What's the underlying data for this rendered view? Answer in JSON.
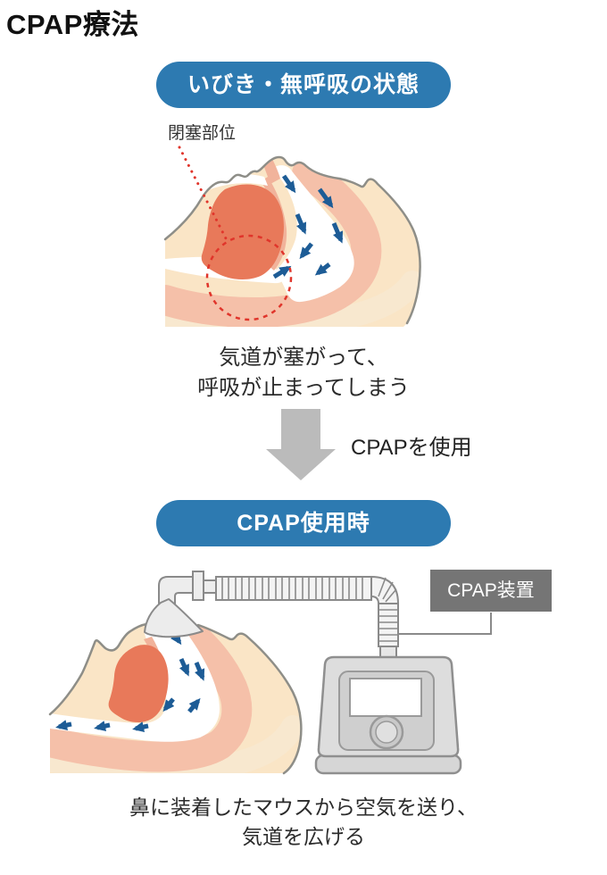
{
  "page": {
    "title": "CPAP療法"
  },
  "section_apnea": {
    "badge": "いびき・無呼吸の状態",
    "occlusion_label": "閉塞部位",
    "caption_line1": "気道が塞がって、",
    "caption_line2": "呼吸が止まってしまう"
  },
  "transition": {
    "arrow_label": "CPAPを使用"
  },
  "section_cpap": {
    "badge": "CPAP使用時",
    "device_label": "CPAP装置",
    "caption_line1": "鼻に装着したマウスから空気を送り、",
    "caption_line2": "気道を広げる"
  },
  "colors": {
    "badge_blue": "#2D7AB1",
    "airflow_arrow_blue": "#1D5C96",
    "tongue_salmon": "#E8795A",
    "tissue_pink": "#F5C0A9",
    "tissue_pink_deep": "#F1B39B",
    "skin": "#FAE5C6",
    "skin_light_band": "#F8E8CF",
    "outline_gray": "#8E8E88",
    "occlusion_red": "#E0352B",
    "transition_arrow_gray": "#BBBBBB",
    "device_label_bg": "#757575",
    "machine_gray": "#DDDDDD"
  }
}
